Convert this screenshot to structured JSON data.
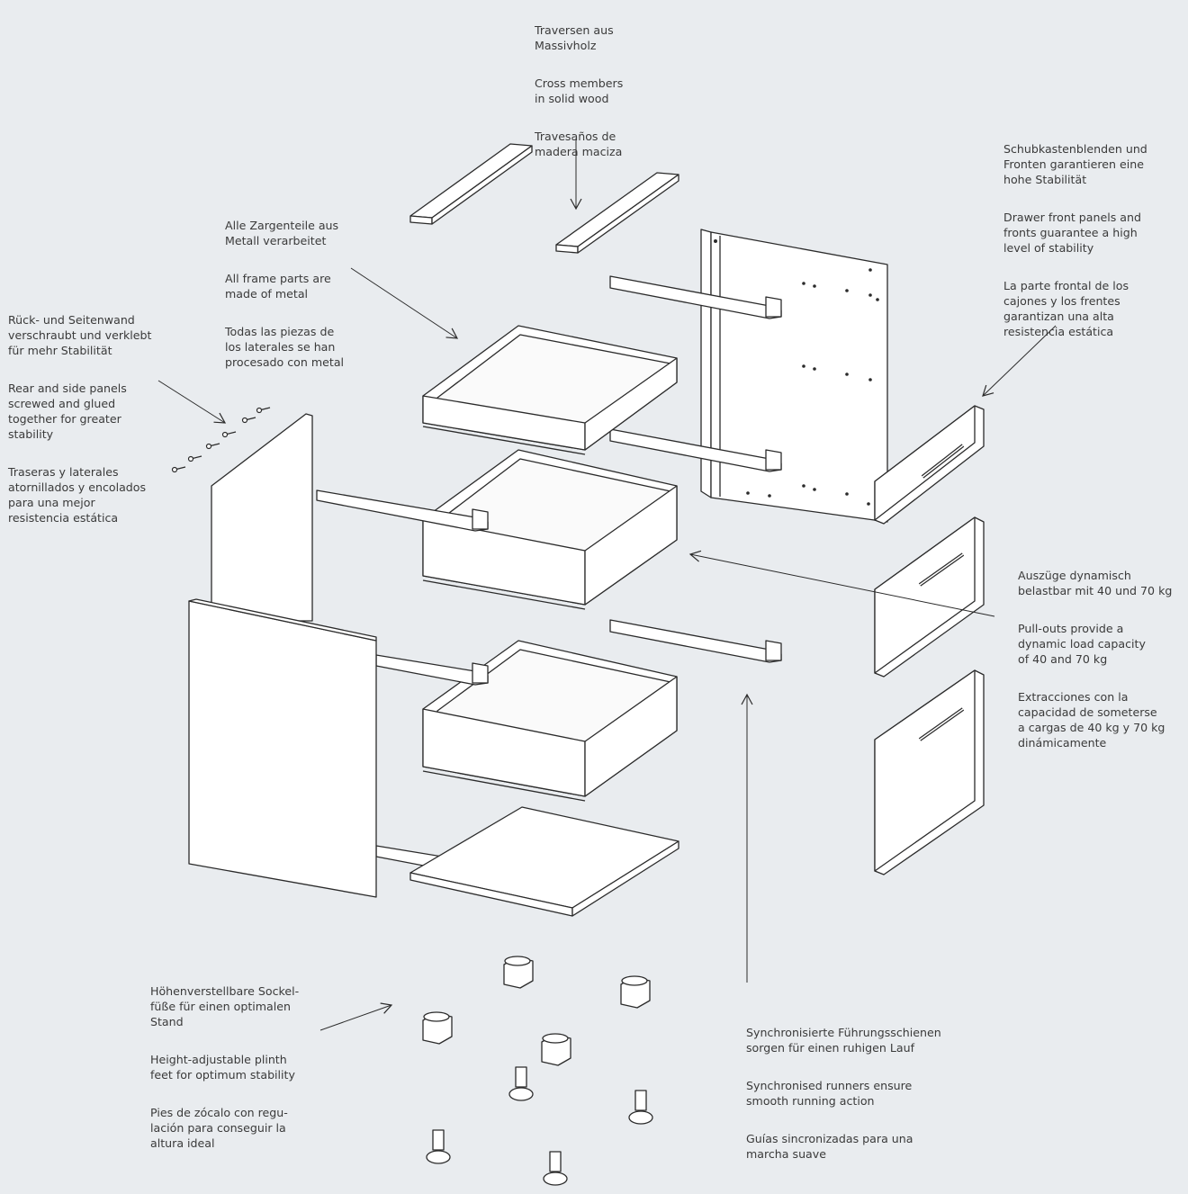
{
  "callouts": {
    "cross_members": {
      "de": "Traversen aus\nMassivholz",
      "en": "Cross members\nin solid wood",
      "es": "Travesaños de\nmadera maciza"
    },
    "drawer_fronts": {
      "de": "Schubkastenblenden und\nFronten garantieren eine\nhohe Stabilität",
      "en": "Drawer front panels and\nfronts guarantee a high\nlevel of stability",
      "es": "La parte frontal de los\ncajones y los frentes\ngarantizan una alta\nresistencia estática"
    },
    "frame_parts": {
      "de": "Alle Zargenteile aus\nMetall verarbeitet",
      "en": "All frame parts are\nmade of metal",
      "es": "Todas las piezas de\nlos laterales se han\nprocesado con metal"
    },
    "rear_side_panels": {
      "de": "Rück- und Seitenwand\nverschraubt und verklebt\nfür mehr Stabilität",
      "en": "Rear and side panels\nscrewed and glued\ntogether for greater\nstability",
      "es": "Traseras y laterales\natornillados y encolados\npara una mejor\nresistencia estática"
    },
    "pull_outs": {
      "de": "Auszüge dynamisch\nbelastbar mit 40 und 70 kg",
      "en": "Pull-outs provide a\ndynamic load capacity\nof 40 and 70 kg",
      "es": "Extracciones con la\ncapacidad de someterse\na cargas de 40 kg y 70 kg\ndinámicamente"
    },
    "plinth_feet": {
      "de": "Höhenverstellbare Sockel-\nfüße für einen optimalen\nStand",
      "en": "Height-adjustable plinth\nfeet for optimum stability",
      "es": "Pies de zócalo con regu-\nlación para conseguir la\naltura ideal"
    },
    "runners": {
      "de": "Synchronisierte Führungsschienen\nsorgen für einen ruhigen Lauf",
      "en": "Synchronised runners ensure\nsmooth running action",
      "es": "Guías sincronizadas para una\nmarcha suave"
    }
  },
  "colors": {
    "background": "#e9ecef",
    "panel_fill": "#ffffff",
    "line": "#2b2b2b",
    "text": "#3a3a3a"
  }
}
